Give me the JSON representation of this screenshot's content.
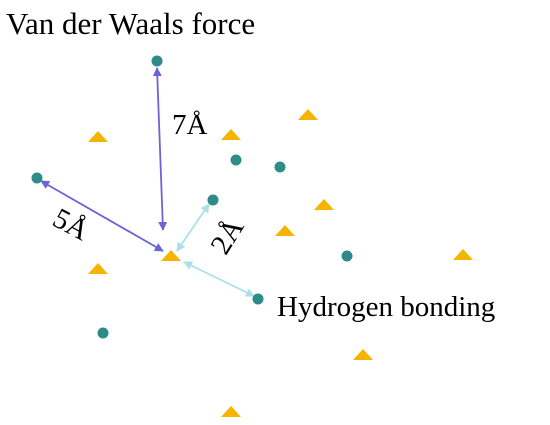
{
  "title": "Van der Waals force",
  "annotations": {
    "hydrogen_bonding": "Hydrogen bonding",
    "distance_7": "7Å",
    "distance_5": "5Å",
    "distance_2": "2Å"
  },
  "colors": {
    "dot": "#2e8b88",
    "triangle": "#f4b400",
    "vdw_arrow": "#6b63d6",
    "hbond_arrow": "#a8e2e6",
    "text": "#000000"
  }
}
